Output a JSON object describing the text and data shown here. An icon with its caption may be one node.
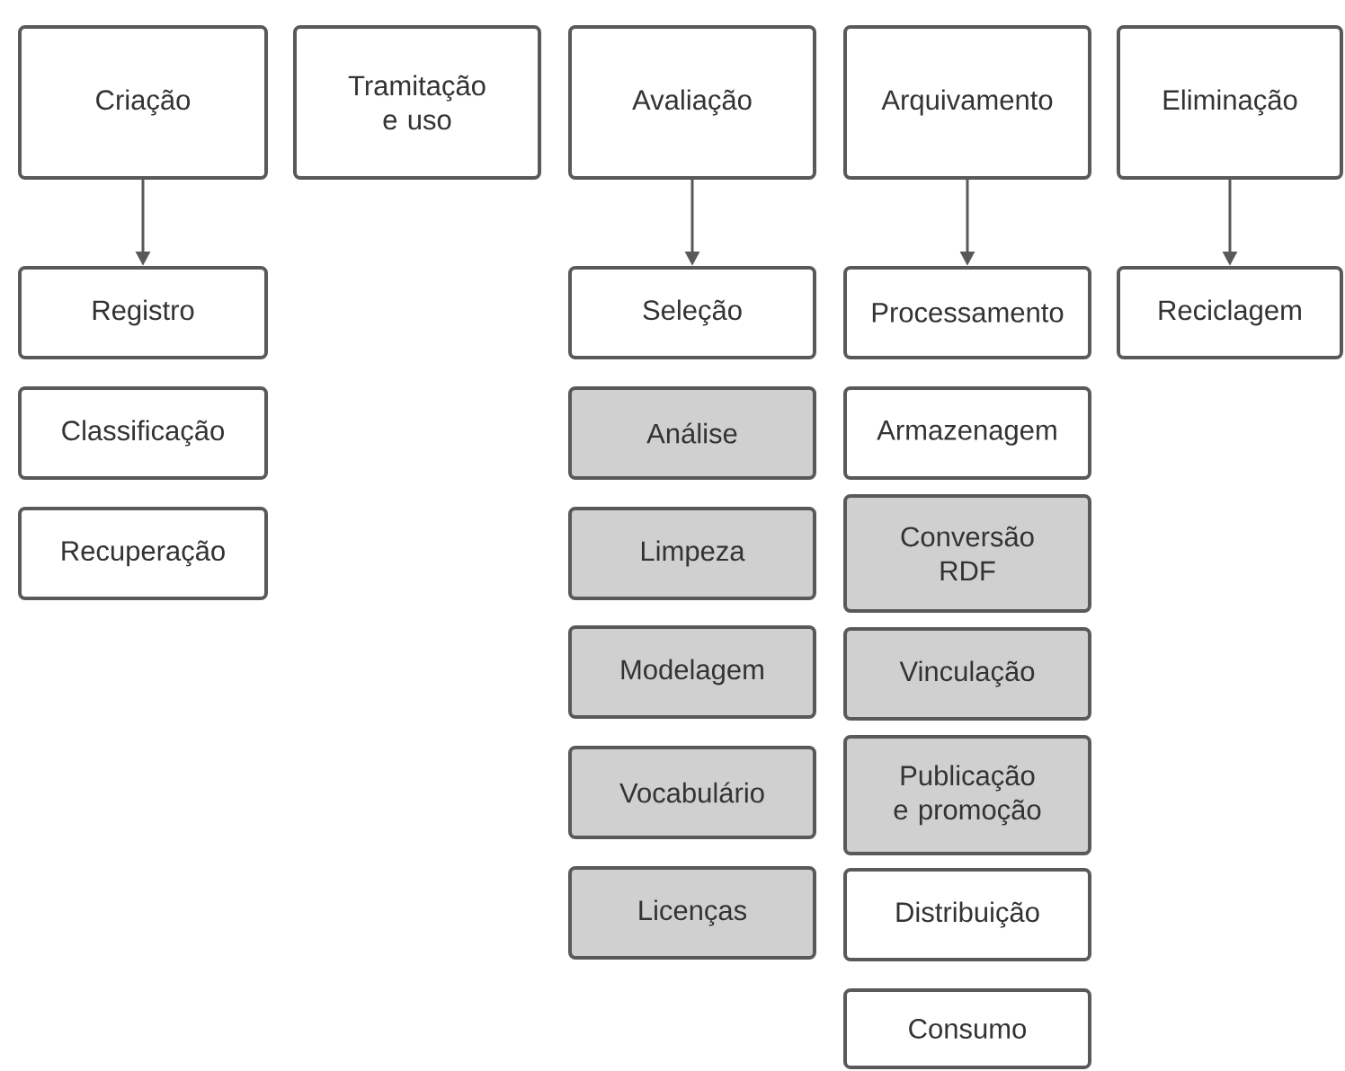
{
  "diagram": {
    "nodes": [
      {
        "text": [
          "Criação"
        ]
      },
      {
        "text": [
          "Tramitação e uso"
        ]
      },
      {
        "text": [
          "Avaliação"
        ]
      },
      {
        "text": [
          "Arquivamento"
        ]
      },
      {
        "text": [
          "Eliminação"
        ]
      },
      {
        "text": [
          "Registro"
        ]
      },
      {
        "text": [
          "Seleção"
        ]
      },
      {
        "text": [
          "Processamento"
        ]
      },
      {
        "text": [
          "Reciclagem"
        ]
      },
      {
        "text": [
          "Classificação"
        ]
      },
      {
        "text": [
          "Análise"
        ]
      },
      {
        "text": [
          "Armazenagem"
        ]
      },
      {
        "text": [
          "Recuperação"
        ]
      },
      {
        "text": [
          "Limpeza"
        ]
      },
      {
        "text": [
          "Conversão RDF"
        ]
      },
      {
        "text": [
          "Modelagem"
        ]
      },
      {
        "text": [
          "Vinculação"
        ]
      },
      {
        "text": [
          "Vocabulário"
        ]
      },
      {
        "text": [
          "Publicação e promoção"
        ]
      },
      {
        "text": [
          "Licenças"
        ]
      },
      {
        "text": [
          "Distribuição"
        ]
      },
      {
        "text": [
          "Consumo"
        ]
      }
    ],
    "edges": [
      {
        "from": 0,
        "to": 5,
        "arrow": "to"
      },
      {
        "from": 2,
        "to": 6,
        "arrow": "to"
      },
      {
        "from": 3,
        "to": 7,
        "arrow": "to"
      },
      {
        "from": 4,
        "to": 8,
        "arrow": "to"
      }
    ]
  }
}
